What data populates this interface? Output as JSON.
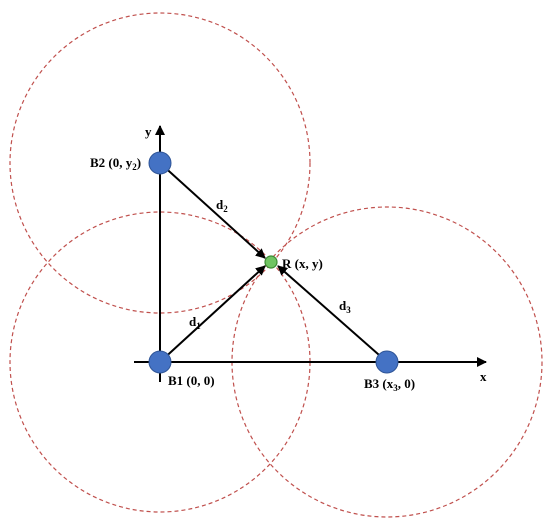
{
  "axes": {
    "x_label": "x",
    "y_label": "y"
  },
  "nodes": {
    "b1": {
      "name": "B1",
      "coords": "(0, 0)"
    },
    "b2": {
      "name": "B2",
      "coords_pre": "(0, y",
      "coords_sub": "2",
      "coords_post": ")"
    },
    "b3": {
      "name": "B3",
      "coords_pre": "(x",
      "coords_sub": "3",
      "coords_post": ", 0)"
    },
    "r": {
      "name": "R",
      "coords": "(x, y)"
    }
  },
  "distances": {
    "d1": {
      "base": "d",
      "sub": "1"
    },
    "d2": {
      "base": "d",
      "sub": "2"
    },
    "d3": {
      "base": "d",
      "sub": "3"
    }
  },
  "colors": {
    "beacon_fill": "#4472c4",
    "beacon_stroke": "#2f5597",
    "receiver_fill": "#70c462",
    "receiver_stroke": "#3b8a33",
    "circle_stroke": "#c0504d",
    "line": "#000000"
  }
}
